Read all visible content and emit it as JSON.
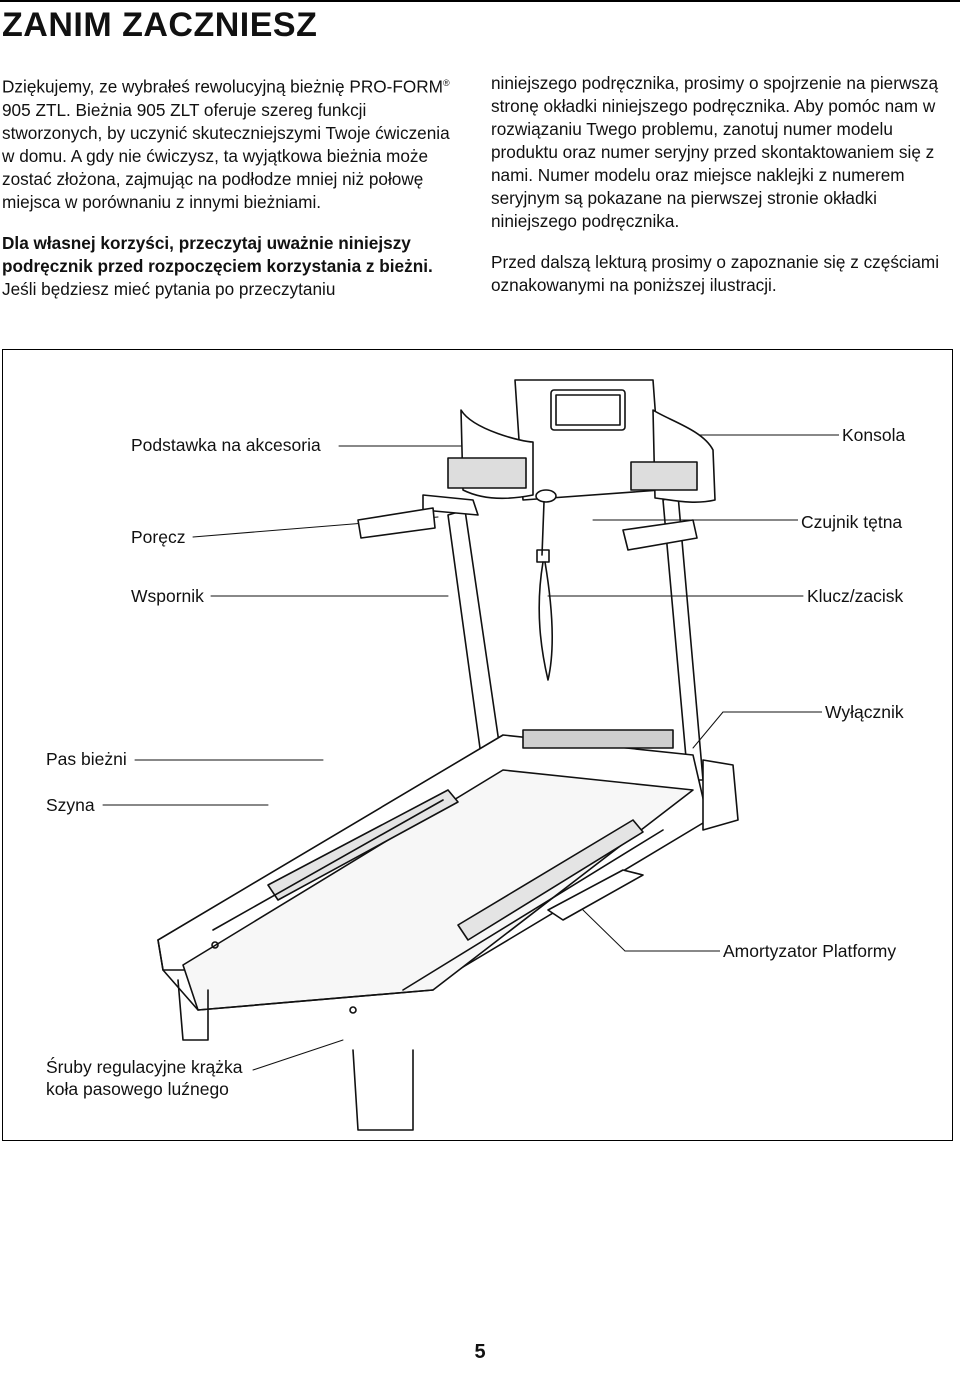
{
  "title": "ZANIM ZACZNIESZ",
  "left_column": {
    "p1_a": "Dziękujemy, ze wybrałeś rewolucyjną bieżnię PRO-FORM",
    "p1_reg": "®",
    "p1_b": " 905 ZTL. Bieżnia 905 ZLT oferuje szereg funkcji stworzonych, by uczynić skuteczniejszymi Twoje ćwiczenia w domu. A gdy nie ćwiczysz, ta wyjątkowa bieżnia może zostać złożona, zajmując na podłodze mniej niż połowę miejsca w porównaniu z innymi bieżniami.",
    "p2_bold": "Dla własnej korzyści, przeczytaj uważnie niniejszy podręcznik przed rozpoczęciem korzystania z bieżni.",
    "p2_rest": " Jeśli będziesz mieć pytania po przeczytaniu"
  },
  "right_column": {
    "p1": "niniejszego podręcznika, prosimy o spojrzenie na pierwszą stronę okładki niniejszego podręcznika. Aby pomóc nam w rozwiązaniu Twego problemu, zanotuj numer modelu produktu oraz numer seryjny przed skontaktowaniem się z nami. Numer modelu oraz miejsce naklejki z numerem seryjnym są pokazane na pierwszej stronie okładki niniejszego podręcznika.",
    "p2": "Przed dalszą lekturą prosimy o zapoznanie się z częściami oznakowanymi na poniższej ilustracji."
  },
  "figure_labels": {
    "accessory_tray": "Podstawka na akcesoria",
    "console": "Konsola",
    "handrail": "Poręcz",
    "pulse_sensor": "Czujnik tętna",
    "upright": "Wspornik",
    "key_clip": "Klucz/zacisk",
    "power_switch": "Wyłącznik",
    "walking_belt": "Pas bieżni",
    "rail": "Szyna",
    "platform_cushion": "Amortyzator Platformy",
    "idler_bolts_line1": "Śruby regulacyjne krążka",
    "idler_bolts_line2": "koła pasowego luźnego"
  },
  "page_number": "5"
}
